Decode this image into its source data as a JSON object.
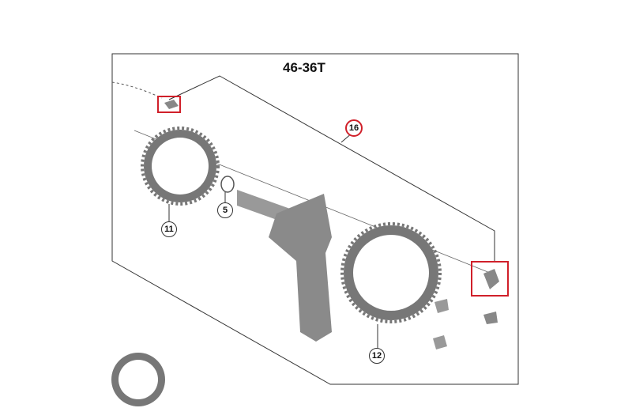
{
  "diagram": {
    "title": "46-36T",
    "callouts": [
      {
        "id": "16",
        "label": "16",
        "highlight": true,
        "color": "#d0202a"
      },
      {
        "id": "11",
        "label": "11",
        "highlight": false
      },
      {
        "id": "5",
        "label": "5",
        "highlight": false
      },
      {
        "id": "12",
        "label": "12",
        "highlight": false
      }
    ],
    "highlight_boxes": [
      {
        "name": "chainring-bolt-small",
        "color": "#d0202a"
      },
      {
        "name": "chainring-bolt-large",
        "color": "#d0202a"
      }
    ],
    "parts": [
      "crank arm",
      "chainring 36T",
      "chainring 46T",
      "o-ring",
      "chainring bolts"
    ]
  }
}
